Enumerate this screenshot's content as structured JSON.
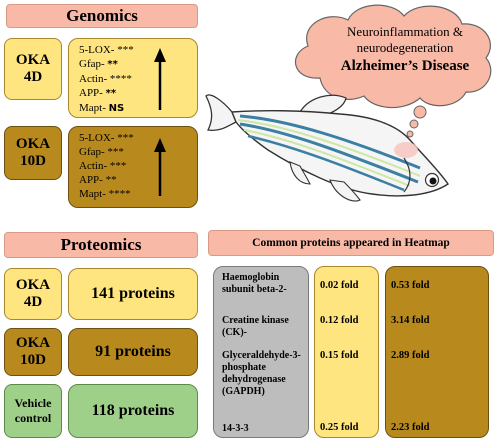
{
  "genomics": {
    "title": "Genomics",
    "groups": [
      {
        "label_line1": "OKA",
        "label_line2": "4D",
        "genes": [
          {
            "name": "5-LOX-",
            "sig": "***"
          },
          {
            "name": "Gfap-",
            "sig": "**"
          },
          {
            "name": "Actin-",
            "sig": "****"
          },
          {
            "name": "APP-",
            "sig": "**"
          },
          {
            "name": "Mapt-",
            "sig": "NS"
          }
        ]
      },
      {
        "label_line1": "OKA",
        "label_line2": "10D",
        "genes": [
          {
            "name": "5-LOX-",
            "sig": "***"
          },
          {
            "name": "Gfap-",
            "sig": "***"
          },
          {
            "name": "Actin-",
            "sig": "***"
          },
          {
            "name": "APP-",
            "sig": "**"
          },
          {
            "name": "Mapt-",
            "sig": "****"
          }
        ]
      }
    ]
  },
  "cloud": {
    "line1": "Neuroinflammation &",
    "line2": "neurodegeneration",
    "line3": "Alzheimer’s Disease"
  },
  "proteomics": {
    "title": "Proteomics",
    "groups": [
      {
        "label_line1": "OKA",
        "label_line2": "4D",
        "count": "141 proteins"
      },
      {
        "label_line1": "OKA",
        "label_line2": "10D",
        "count": "91 proteins"
      },
      {
        "label_line1": "Vehicle",
        "label_line2": "control",
        "count": "118 proteins"
      }
    ]
  },
  "heatmap": {
    "title": "Common proteins appeared in Heatmap",
    "rows": [
      {
        "protein": "Haemoglobin subunit beta-2-",
        "oka4d": "0.02 fold",
        "oka4d_dir": "down",
        "oka10d": "0.53 fold",
        "oka10d_dir": "down"
      },
      {
        "protein": "Creatine kinase (CK)-",
        "oka4d": "0.12 fold",
        "oka4d_dir": "down",
        "oka10d": "3.14 fold",
        "oka10d_dir": "up"
      },
      {
        "protein": "Glyceraldehyde-3-phosphate dehydrogenase (GAPDH)",
        "oka4d": "0.15 fold",
        "oka4d_dir": "down",
        "oka10d": "2.89 fold",
        "oka10d_dir": "up"
      },
      {
        "protein": "14-3-3",
        "oka4d": "0.25 fold",
        "oka4d_dir": "down",
        "oka10d": "2.23 fold",
        "oka10d_dir": "up"
      }
    ]
  },
  "colors": {
    "header": "#f8b9a6",
    "light": "#ffe57f",
    "dark": "#b88a1e",
    "green": "#9fd08a",
    "gray": "#bdbdbd"
  }
}
